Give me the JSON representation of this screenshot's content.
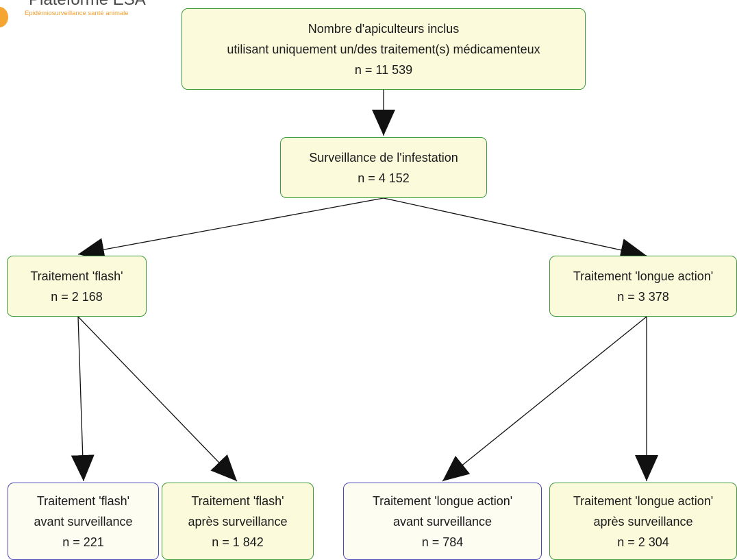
{
  "logo": {
    "title": "Plateforme ESA",
    "subtitle": "Epidémiosurveillance santé animale"
  },
  "nodes": {
    "root": {
      "lines": [
        "Nombre d'apiculteurs inclus",
        "utilisant uniquement un/des traitement(s) médicamenteux",
        "n = 11 539"
      ]
    },
    "surveillance": {
      "lines": [
        "Surveillance de l'infestation",
        "n = 4 152"
      ]
    },
    "flash": {
      "lines": [
        "Traitement 'flash'",
        "n = 2 168"
      ]
    },
    "longue": {
      "lines": [
        "Traitement 'longue action'",
        "n = 3 378"
      ]
    },
    "flash_avant": {
      "lines": [
        "Traitement 'flash'",
        "avant surveillance",
        "n = 221"
      ]
    },
    "flash_apres": {
      "lines": [
        "Traitement 'flash'",
        "après surveillance",
        "n = 1 842"
      ]
    },
    "longue_avant": {
      "lines": [
        "Traitement 'longue action'",
        "avant surveillance",
        "n = 784"
      ]
    },
    "longue_apres": {
      "lines": [
        "Traitement 'longue action'",
        "après surveillance",
        "n = 2 304"
      ]
    }
  },
  "colors": {
    "box_fill": "#fbfbdc",
    "box_border_green": "#3e9b3e",
    "box_border_blue": "#4c47b8",
    "edge": "#111111",
    "logo_accent": "#f5a531"
  }
}
